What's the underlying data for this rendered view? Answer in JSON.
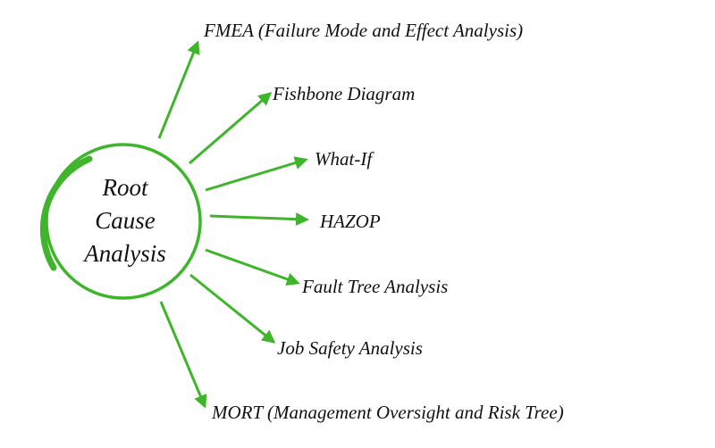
{
  "colors": {
    "accent": "#3fb52c",
    "text": "#111111"
  },
  "center": {
    "lines": [
      "Root",
      "Cause",
      "Analysis"
    ]
  },
  "methods": [
    {
      "label": "FMEA (Failure Mode and Effect Analysis)"
    },
    {
      "label": "Fishbone Diagram"
    },
    {
      "label": "What-If"
    },
    {
      "label": "HAZOP"
    },
    {
      "label": "Fault Tree Analysis"
    },
    {
      "label": "Job Safety Analysis"
    },
    {
      "label": "MORT (Management Oversight and Risk Tree)"
    }
  ]
}
